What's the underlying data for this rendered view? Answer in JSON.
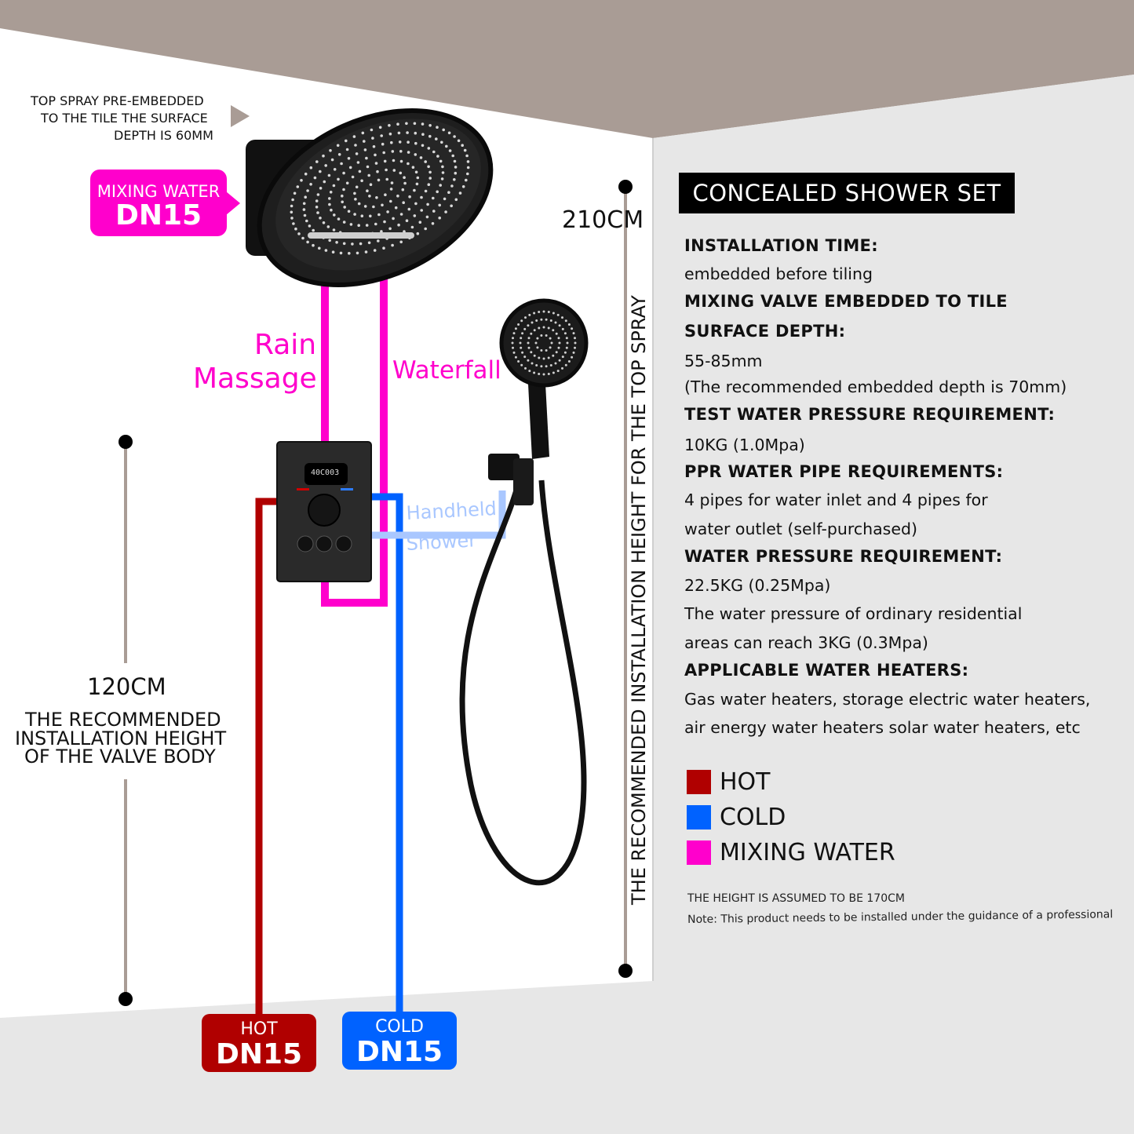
{
  "colors": {
    "hot": "#b00000",
    "cold": "#0062ff",
    "mixing": "#ff00cc",
    "handheld": "#a9c7ff",
    "ceiling": "#a99c95",
    "gray_wall": "#e7e7e7"
  },
  "labels": {
    "top_spray_note": [
      "TOP SPRAY PRE-EMBEDDED",
      "TO THE TILE THE SURFACE",
      "DEPTH IS 60MM"
    ],
    "mixing_badge_small": "MIXING WATER",
    "mixing_badge_big": "DN15",
    "rain": "Rain",
    "massage": "Massage",
    "waterfall": "Waterfall",
    "handheld": "Handheld",
    "shower": "Shower",
    "height_210": "210CM",
    "vertical_label": "THE RECOMMENDED INSTALLATION HEIGHT FOR THE TOP SPRAY",
    "height_120": "120CM",
    "valve_note": [
      "THE RECOMMENDED",
      "INSTALLATION HEIGHT",
      "OF THE VALVE BODY"
    ],
    "hot_badge_small": "HOT",
    "hot_badge_big": "DN15",
    "cold_badge_small": "COLD",
    "cold_badge_big": "DN15",
    "display_readout": "40C003"
  },
  "panel": {
    "title": "CONCEALED SHOWER SET",
    "specs": [
      {
        "text": "INSTALLATION TIME:",
        "bold": true
      },
      {
        "text": "embedded before tiling",
        "bold": false
      },
      {
        "text": "MIXING VALVE EMBEDDED TO TILE",
        "bold": true
      },
      {
        "text": "SURFACE DEPTH:",
        "bold": true
      },
      {
        "text": "55-85mm",
        "bold": false
      },
      {
        "text": "(The recommended embedded depth is 70mm)",
        "bold": false
      },
      {
        "text": "TEST WATER PRESSURE REQUIREMENT:",
        "bold": true
      },
      {
        "text": "10KG (1.0Mpa)",
        "bold": false
      },
      {
        "text": "PPR WATER PIPE REQUIREMENTS:",
        "bold": true
      },
      {
        "text": "4 pipes for water inlet and 4 pipes for",
        "bold": false
      },
      {
        "text": "water outlet (self-purchased)",
        "bold": false
      },
      {
        "text": "WATER PRESSURE REQUIREMENT:",
        "bold": true
      },
      {
        "text": "22.5KG (0.25Mpa)",
        "bold": false
      },
      {
        "text": "The water pressure of ordinary residential",
        "bold": false
      },
      {
        "text": "areas can reach 3KG (0.3Mpa)",
        "bold": false
      },
      {
        "text": "APPLICABLE WATER HEATERS:",
        "bold": true
      },
      {
        "text": "Gas water heaters, storage electric water heaters,",
        "bold": false
      },
      {
        "text": "air energy water heaters solar water heaters, etc",
        "bold": false
      }
    ],
    "legend": [
      {
        "label": "HOT",
        "color": "#b00000"
      },
      {
        "label": "COLD",
        "color": "#0062ff"
      },
      {
        "label": "MIXING WATER",
        "color": "#ff00cc"
      }
    ],
    "note1": "THE HEIGHT IS ASSUMED TO BE 170CM",
    "note2": "Note: This product needs to be installed under the guidance of a professional"
  }
}
